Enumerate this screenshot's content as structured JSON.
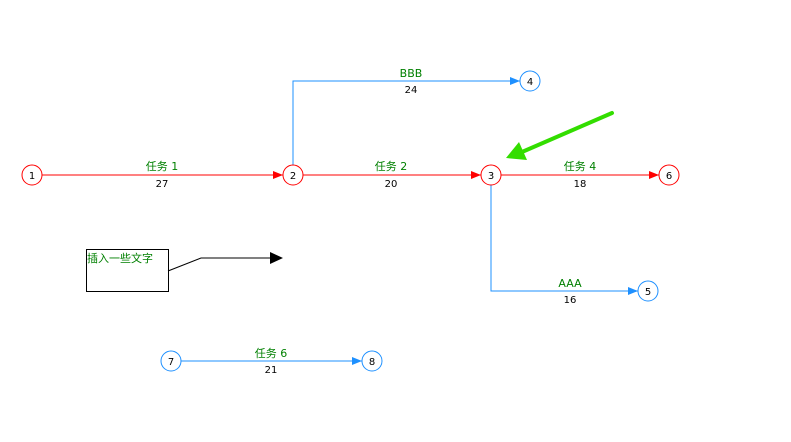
{
  "nodes": {
    "n1": "1",
    "n2": "2",
    "n3": "3",
    "n4": "4",
    "n5": "5",
    "n6": "6",
    "n7": "7",
    "n8": "8"
  },
  "tasks": {
    "t1": {
      "name": "任务 1",
      "duration": "27"
    },
    "t2": {
      "name": "任务 2",
      "duration": "20"
    },
    "t4": {
      "name": "任务 4",
      "duration": "18"
    },
    "bbb": {
      "name": "BBB",
      "duration": "24"
    },
    "aaa": {
      "name": "AAA",
      "duration": "16"
    },
    "t6": {
      "name": "任务 6",
      "duration": "21"
    }
  },
  "note": {
    "text": "插入一些文字"
  },
  "colors": {
    "critical": "#ff0000",
    "normal_line": "#1e90ff",
    "normal_node": "#1e90ff",
    "label_green": "#008000",
    "pointer_green": "#33dd00"
  }
}
